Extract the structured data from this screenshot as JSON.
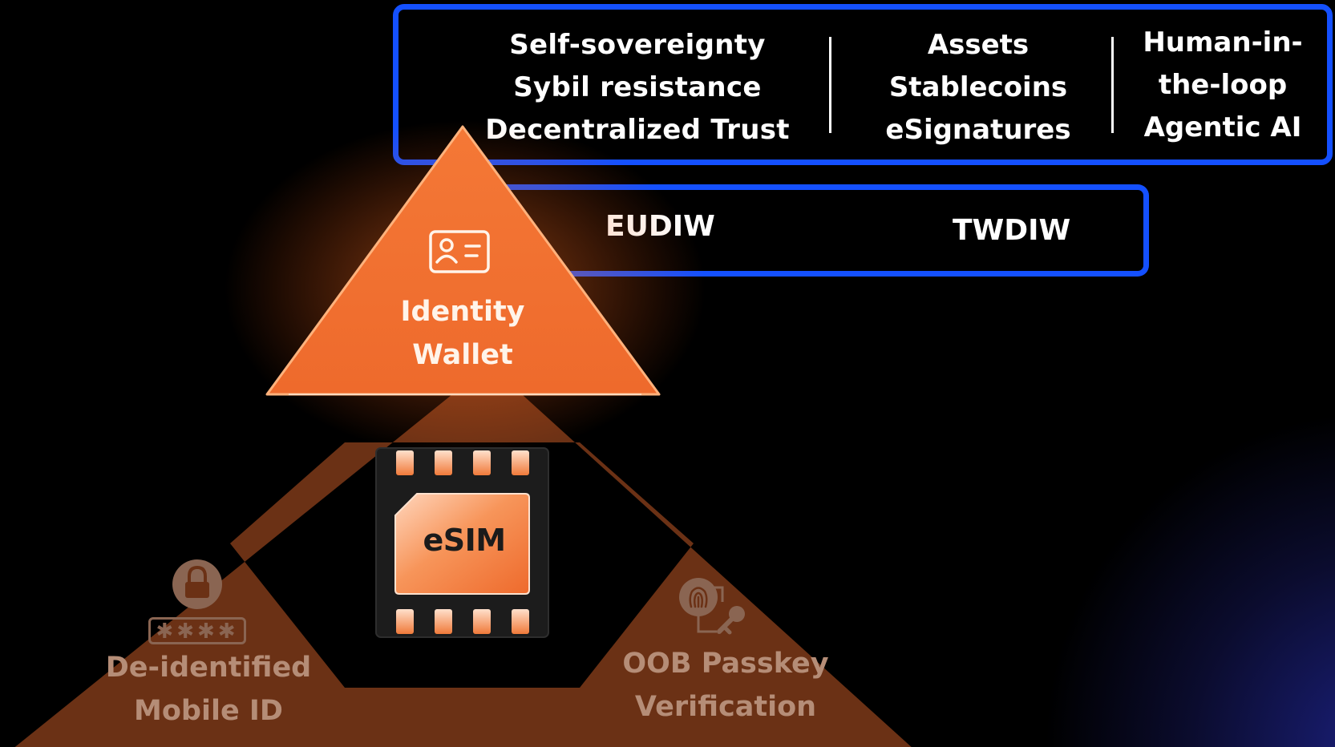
{
  "top_box": {
    "col1": [
      "Self-sovereignty",
      "Sybil resistance",
      "Decentralized Trust"
    ],
    "col2": [
      "Assets",
      "Stablecoins",
      "eSignatures"
    ],
    "col3": [
      "Human-in-",
      "the-loop",
      "Agentic AI"
    ]
  },
  "mid_box": {
    "left": "EUDIW",
    "right": "TWDIW"
  },
  "pyramid": {
    "top": {
      "line1": "Identity",
      "line2": "Wallet",
      "icon": "id-card-icon"
    },
    "left": {
      "line1": "De-identified",
      "line2": "Mobile ID",
      "icon": "lock-icon",
      "stars": "✱✱✱✱"
    },
    "right": {
      "line1": "OOB Passkey",
      "line2": "Verification",
      "icon": "fingerprint-key-icon"
    },
    "center": {
      "label": "eSIM",
      "icon": "sim-chip-icon"
    }
  },
  "colors": {
    "accent_blue": "#1450ff",
    "orange": "#f26b2a",
    "brown": "#6b3115",
    "muted_text": "#b58d77"
  }
}
